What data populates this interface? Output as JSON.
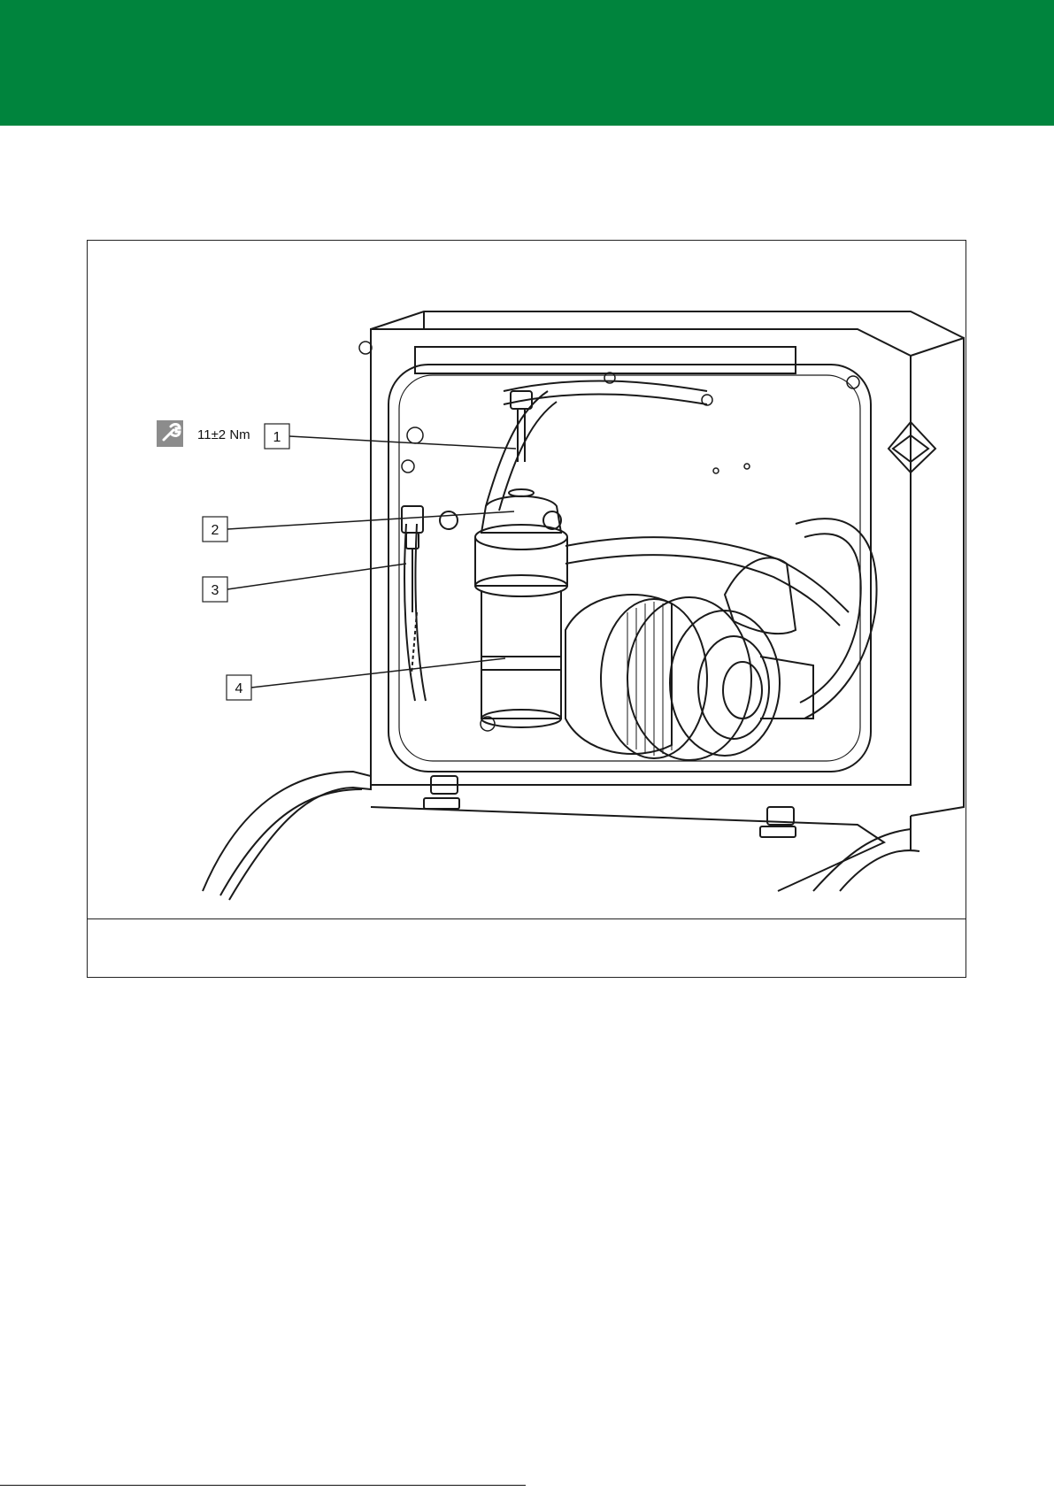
{
  "colors": {
    "header": "#00843d",
    "line": "#1a1a1a",
    "label_border": "#222222",
    "torque_badge": "#8c8c8c"
  },
  "torque": {
    "icon": "wrench-icon",
    "value": "11±2 Nm"
  },
  "callouts": [
    {
      "label": "1"
    },
    {
      "label": "2"
    },
    {
      "label": "3"
    },
    {
      "label": "4"
    }
  ],
  "caption": ""
}
